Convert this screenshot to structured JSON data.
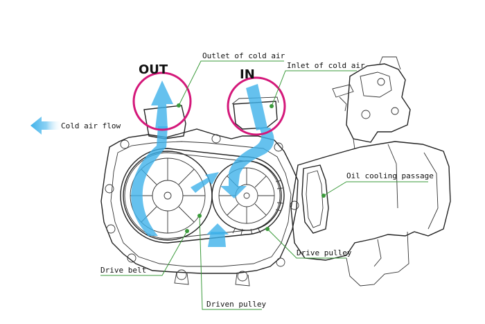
{
  "labels": {
    "out": "OUT",
    "in": "IN",
    "outlet": "Outlet of cold air",
    "inlet": "Inlet of cold air",
    "cold_air_flow": "Cold air flow",
    "oil_cooling": "Oil cooling passage",
    "drive_belt": "Drive belt",
    "drive_pulley": "Drive pulley",
    "driven_pulley": "Driven pulley"
  },
  "colors": {
    "air_flow": "#3fb2ea",
    "ring": "#d4187a",
    "leader": "#3a9a3a",
    "line": "#222222"
  }
}
